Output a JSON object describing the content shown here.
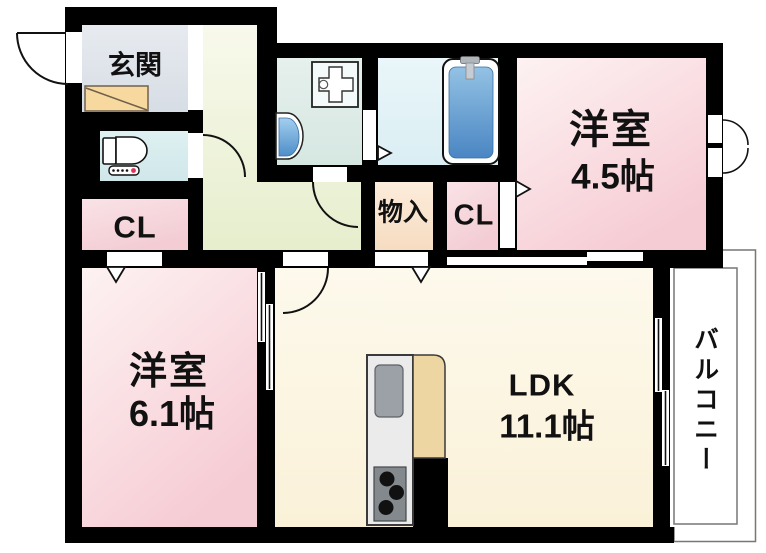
{
  "floor_plan": {
    "rooms": {
      "genkan": {
        "label": "玄関"
      },
      "entry_closet": {
        "label": "CL"
      },
      "western_room_small": {
        "name": "洋室",
        "area": "4.5帖"
      },
      "western_room_large": {
        "name": "洋室",
        "area": "6.1帖"
      },
      "ldk": {
        "name": "LDK",
        "area": "11.1帖"
      },
      "storage": {
        "label": "物入"
      },
      "bedroom_closet": {
        "label": "CL"
      },
      "balcony": {
        "label": "バルコニー"
      }
    },
    "fixtures": [
      "entry-door",
      "shoe-cabinet",
      "toilet",
      "washing-machine-pan",
      "washbasin",
      "bathtub",
      "kitchen-counter",
      "stove",
      "sliding-doors",
      "casement-windows"
    ],
    "colors": {
      "wall": "#000000",
      "western_room_pink": "#f7d2d8",
      "ldk_cream": "#fbf3dd",
      "hallway_green": "#e9efd1",
      "genkan_gray": "#dde2e9",
      "toilet_blue": "#d6e9eb",
      "washroom_teal": "#dde9e5",
      "bathroom_blue": "#e2f0f4",
      "storage_peach": "#f8e0c9",
      "closet_pink": "#f6d3da",
      "tub_blue": "#4a86c3",
      "kitchen_wood": "#edd6a2",
      "washlet_red": "#e03254"
    }
  }
}
